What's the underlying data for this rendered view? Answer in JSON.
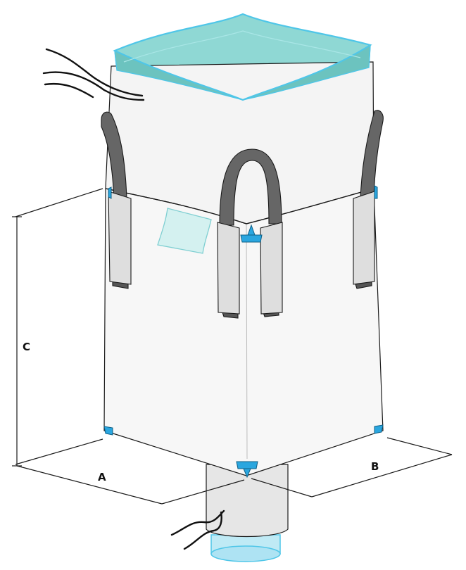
{
  "dimensions": {
    "a": "A",
    "b": "B",
    "c": "C"
  },
  "colors": {
    "liner": "#4fc6e8",
    "liner_inner": "#8fd8d4",
    "fabric": "#f4f4f4",
    "strap": "#666666",
    "sleeve": "#dedede",
    "clip": "#2aa6df",
    "outline": "#1a1a1a"
  }
}
